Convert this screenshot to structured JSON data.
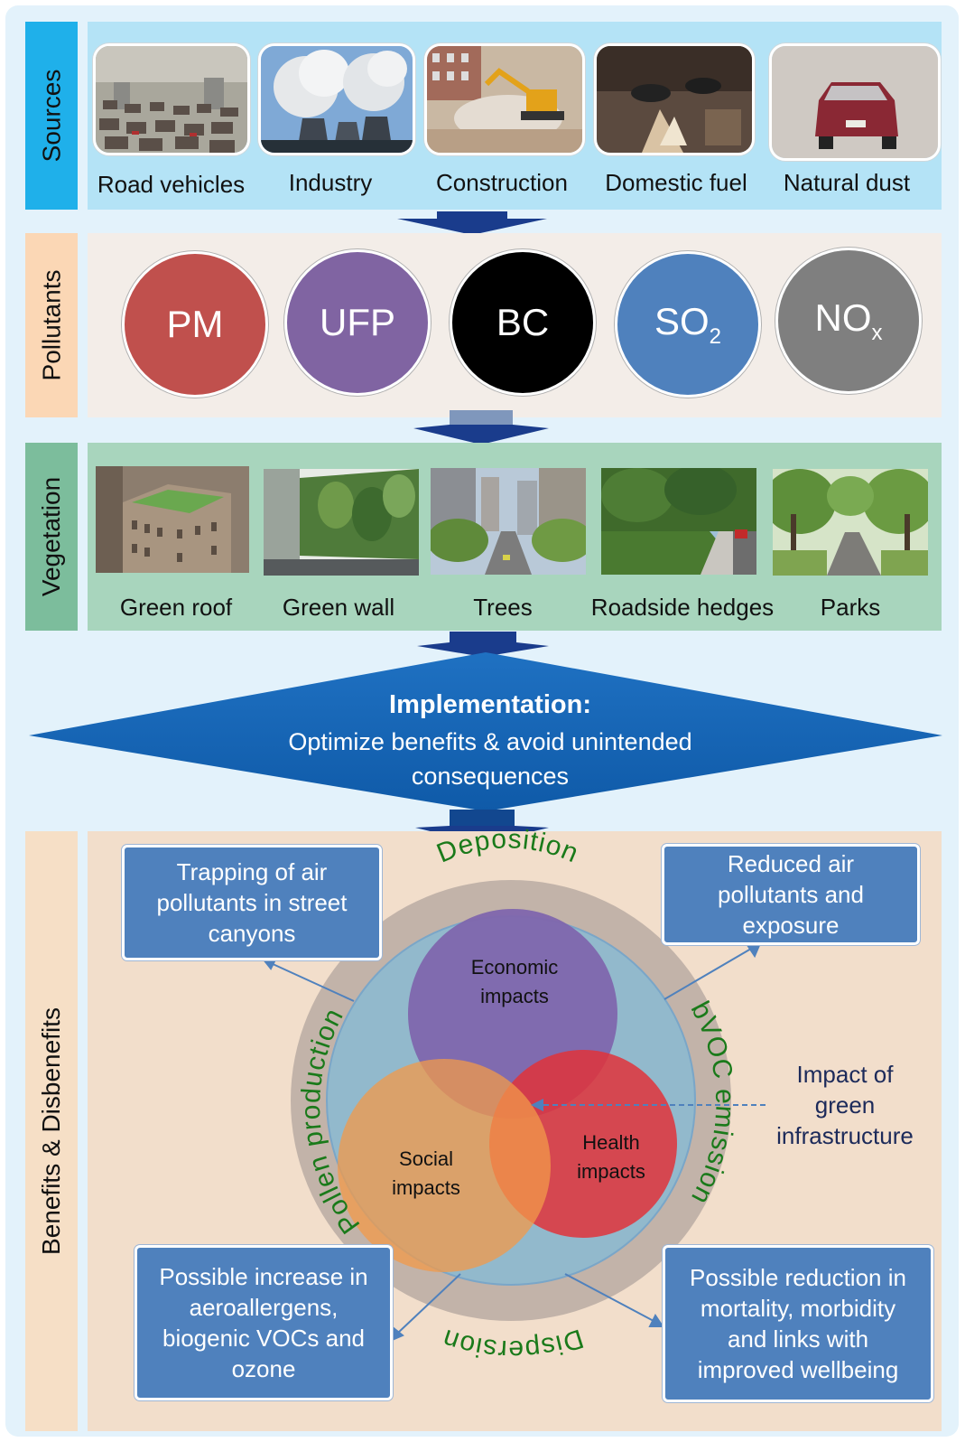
{
  "sections": {
    "sources": "Sources",
    "pollutants": "Pollutants",
    "vegetation": "Vegetation",
    "benefits": "Benefits & Disbenefits"
  },
  "sources": [
    {
      "label": "Road vehicles",
      "icon": "traffic-jam-photo"
    },
    {
      "label": "Industry",
      "icon": "power-plant-photo"
    },
    {
      "label": "Construction",
      "icon": "excavator-photo"
    },
    {
      "label": "Domestic fuel",
      "icon": "cooking-fire-photo"
    },
    {
      "label": "Natural dust",
      "icon": "car-in-dust-photo"
    }
  ],
  "pollutants": [
    {
      "label": "PM",
      "sub": "",
      "color": "#c0504d"
    },
    {
      "label": "UFP",
      "sub": "",
      "color": "#8064a2"
    },
    {
      "label": "BC",
      "sub": "",
      "color": "#000000"
    },
    {
      "label": "SO",
      "sub": "2",
      "color": "#4f81bd"
    },
    {
      "label": "NO",
      "sub": "x",
      "color": "#7f7f7f"
    }
  ],
  "vegetation": [
    {
      "label": "Green roof",
      "icon": "green-roof-photo"
    },
    {
      "label": "Green wall",
      "icon": "green-wall-photo"
    },
    {
      "label": "Trees",
      "icon": "street-trees-photo"
    },
    {
      "label": "Roadside hedges",
      "icon": "hedge-photo"
    },
    {
      "label": "Parks",
      "icon": "park-path-photo"
    }
  ],
  "implementation": {
    "title": "Implementation:",
    "line1": "Optimize benefits & avoid unintended",
    "line2": "consequences"
  },
  "benefits": {
    "top_left": [
      "Trapping of air",
      "pollutants in street",
      "canyons"
    ],
    "top_right": [
      "Reduced air",
      "pollutants and",
      "exposure"
    ],
    "bottom_left": [
      "Possible increase in",
      "aeroallergens,",
      "biogenic VOCs and",
      "ozone"
    ],
    "bottom_right": [
      "Possible reduction in",
      "mortality, morbidity",
      "and links with",
      "improved wellbeing"
    ],
    "ring": {
      "top": "Deposition",
      "right": "bVOC emission",
      "bottom": "Dispersion",
      "left": "Pollen production"
    },
    "venn": {
      "economic": [
        "Economic",
        "impacts"
      ],
      "social": [
        "Social",
        "impacts"
      ],
      "health": [
        "Health",
        "impacts"
      ]
    },
    "impact_note": [
      "Impact of",
      "green",
      "infrastructure"
    ]
  },
  "colors": {
    "sources_tab": "#1fb0ea",
    "sources_bg": "#b4e3f6",
    "pollutants_tab": "#fbd7b5",
    "pollutants_bg": "#f3ede8",
    "vegetation_tab": "#7cbd9c",
    "vegetation_bg": "#a8d5bd",
    "benefits_tab": "#f6dfc6",
    "benefits_bg": "#f2decb",
    "arrow": "#1a3c8c",
    "box": "#4f81bd",
    "ring_text": "#1a7a1a"
  }
}
